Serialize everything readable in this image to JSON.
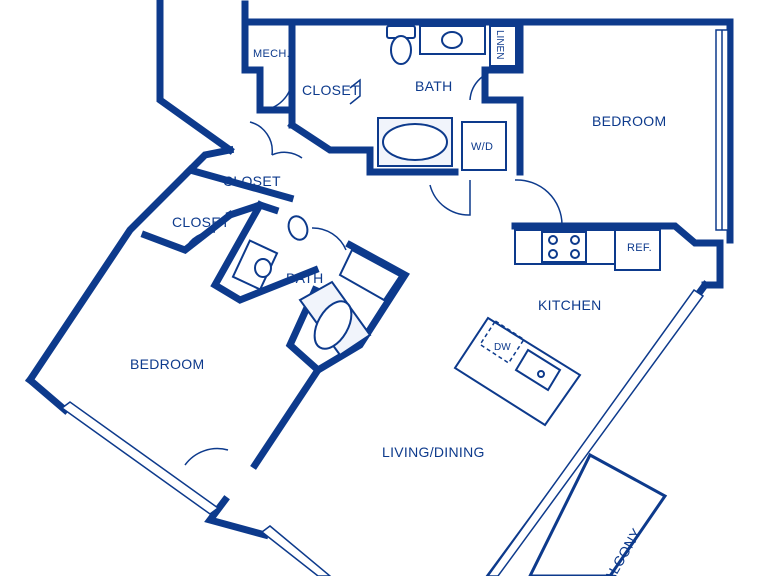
{
  "colors": {
    "wall": "#0d3a8c",
    "background": "#ffffff"
  },
  "labels": {
    "mech": "MECH.",
    "closet_top": "CLOSET",
    "bath_top": "BATH",
    "linen": "LINEN",
    "bedroom_right": "BEDROOM",
    "wd": "W/D",
    "closet_mid": "CLOSET",
    "closet_left": "CLOSET",
    "bath_left": "BATH",
    "ref": "REF.",
    "kitchen": "KITCHEN",
    "dw": "DW",
    "bedroom_left": "BEDROOM",
    "living_dining": "LIVING/DINING",
    "balcony": "BALCONY"
  }
}
